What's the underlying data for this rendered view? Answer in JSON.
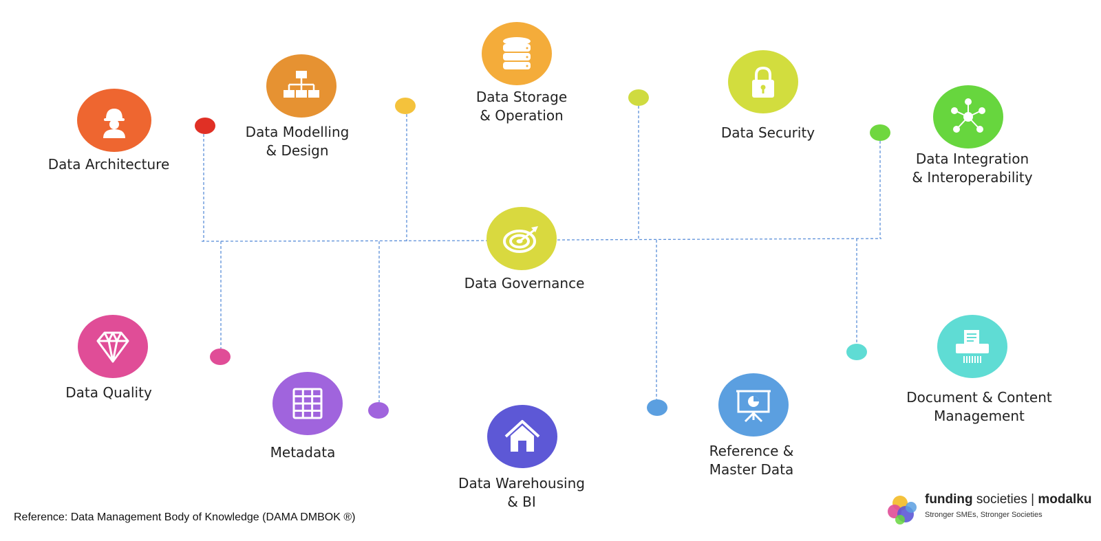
{
  "title": "",
  "center": {
    "id": "governance",
    "lines": [
      "Data Governance"
    ],
    "color": "#D9D93F",
    "icon": "target-icon"
  },
  "areas": [
    {
      "id": "architecture",
      "lines": [
        "Data Architecture"
      ],
      "color": "#EE6630",
      "dot_color": "#E03025",
      "icon": "engineer-icon"
    },
    {
      "id": "modelling",
      "lines": [
        "Data Modelling",
        "& Design"
      ],
      "color": "#E69232",
      "dot_color": "#F4C23C",
      "icon": "org-chart-icon"
    },
    {
      "id": "storage",
      "lines": [
        "Data Storage",
        "& Operation"
      ],
      "color": "#F4AC3A",
      "dot_color": "#CFDB40",
      "icon": "database-icon"
    },
    {
      "id": "security",
      "lines": [
        "Data Security"
      ],
      "color": "#D2DD3E",
      "dot_color": "#6FD73F",
      "icon": "lock-icon"
    },
    {
      "id": "integration",
      "lines": [
        "Data Integration",
        "& Interoperability"
      ],
      "color": "#67D63E",
      "dot_color": "#6FD73F",
      "icon": "network-icon"
    },
    {
      "id": "quality",
      "lines": [
        "Data Quality"
      ],
      "color": "#E04D97",
      "dot_color": "#E04D97",
      "icon": "diamond-icon"
    },
    {
      "id": "metadata",
      "lines": [
        "Metadata"
      ],
      "color": "#A064DD",
      "dot_color": "#A064DD",
      "icon": "grid-icon"
    },
    {
      "id": "warehousing",
      "lines": [
        "Data Warehousing",
        "& BI"
      ],
      "color": "#5D58D6",
      "dot_color": "#5D58D6",
      "icon": "house-icon"
    },
    {
      "id": "reference",
      "lines": [
        "Reference &",
        "Master Data"
      ],
      "color": "#5B9FE0",
      "dot_color": "#5B9FE0",
      "icon": "presentation-icon"
    },
    {
      "id": "document",
      "lines": [
        "Document & Content",
        "Management"
      ],
      "color": "#5FDCD4",
      "dot_color": "#5FDCD4",
      "icon": "printer-icon"
    }
  ],
  "reference_text": "Reference: Data Management Body of Knowledge (DAMA DMBOK ®)",
  "logo": {
    "brand_part1": "funding",
    "brand_part2": " societies | ",
    "brand_part3": "modalku",
    "tagline": "Stronger SMEs, Stronger Societies",
    "colors": [
      "#F4C23C",
      "#E04D97",
      "#5D58D6",
      "#5B9FE0",
      "#67D63E"
    ]
  }
}
